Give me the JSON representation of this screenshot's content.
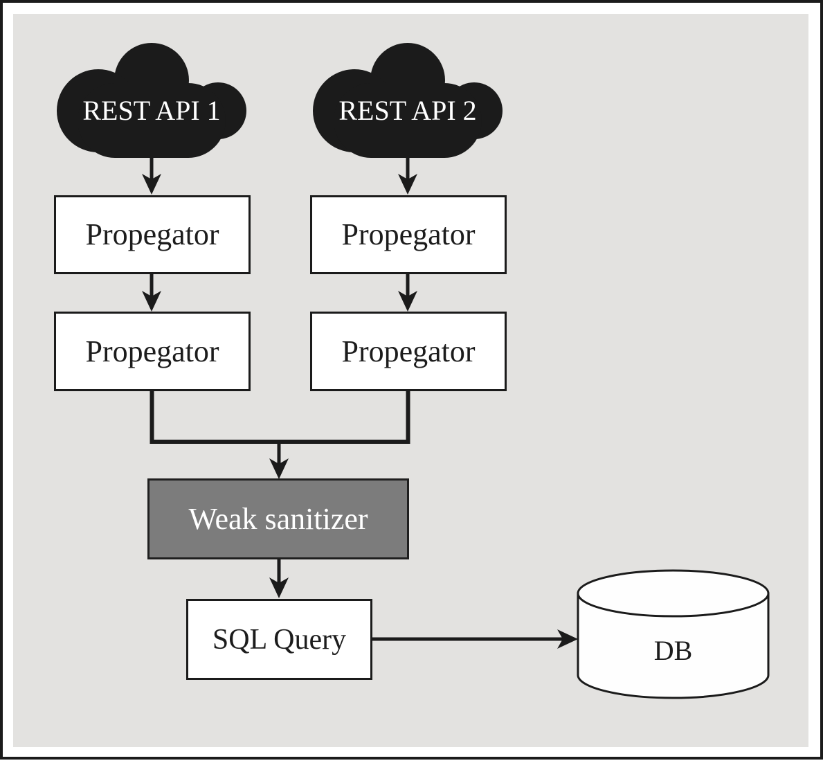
{
  "figure": {
    "type": "flow-diagram",
    "clouds": [
      {
        "label": "REST API 1"
      },
      {
        "label": "REST API 2"
      }
    ],
    "propagators": [
      {
        "label": "Propegator"
      },
      {
        "label": "Propegator"
      },
      {
        "label": "Propegator"
      },
      {
        "label": "Propegator"
      }
    ],
    "sanitizer": {
      "label": "Weak sanitizer"
    },
    "sql_query": {
      "label": "SQL Query"
    },
    "database": {
      "label": "DB"
    },
    "colors": {
      "panel_background": "#e3e2e0",
      "ink": "#1b1b1b",
      "node_fill": "#ffffff",
      "sanitizer_fill": "#7c7c7c",
      "cloud_fill": "#1b1b1b",
      "light_text": "#ffffff"
    }
  }
}
